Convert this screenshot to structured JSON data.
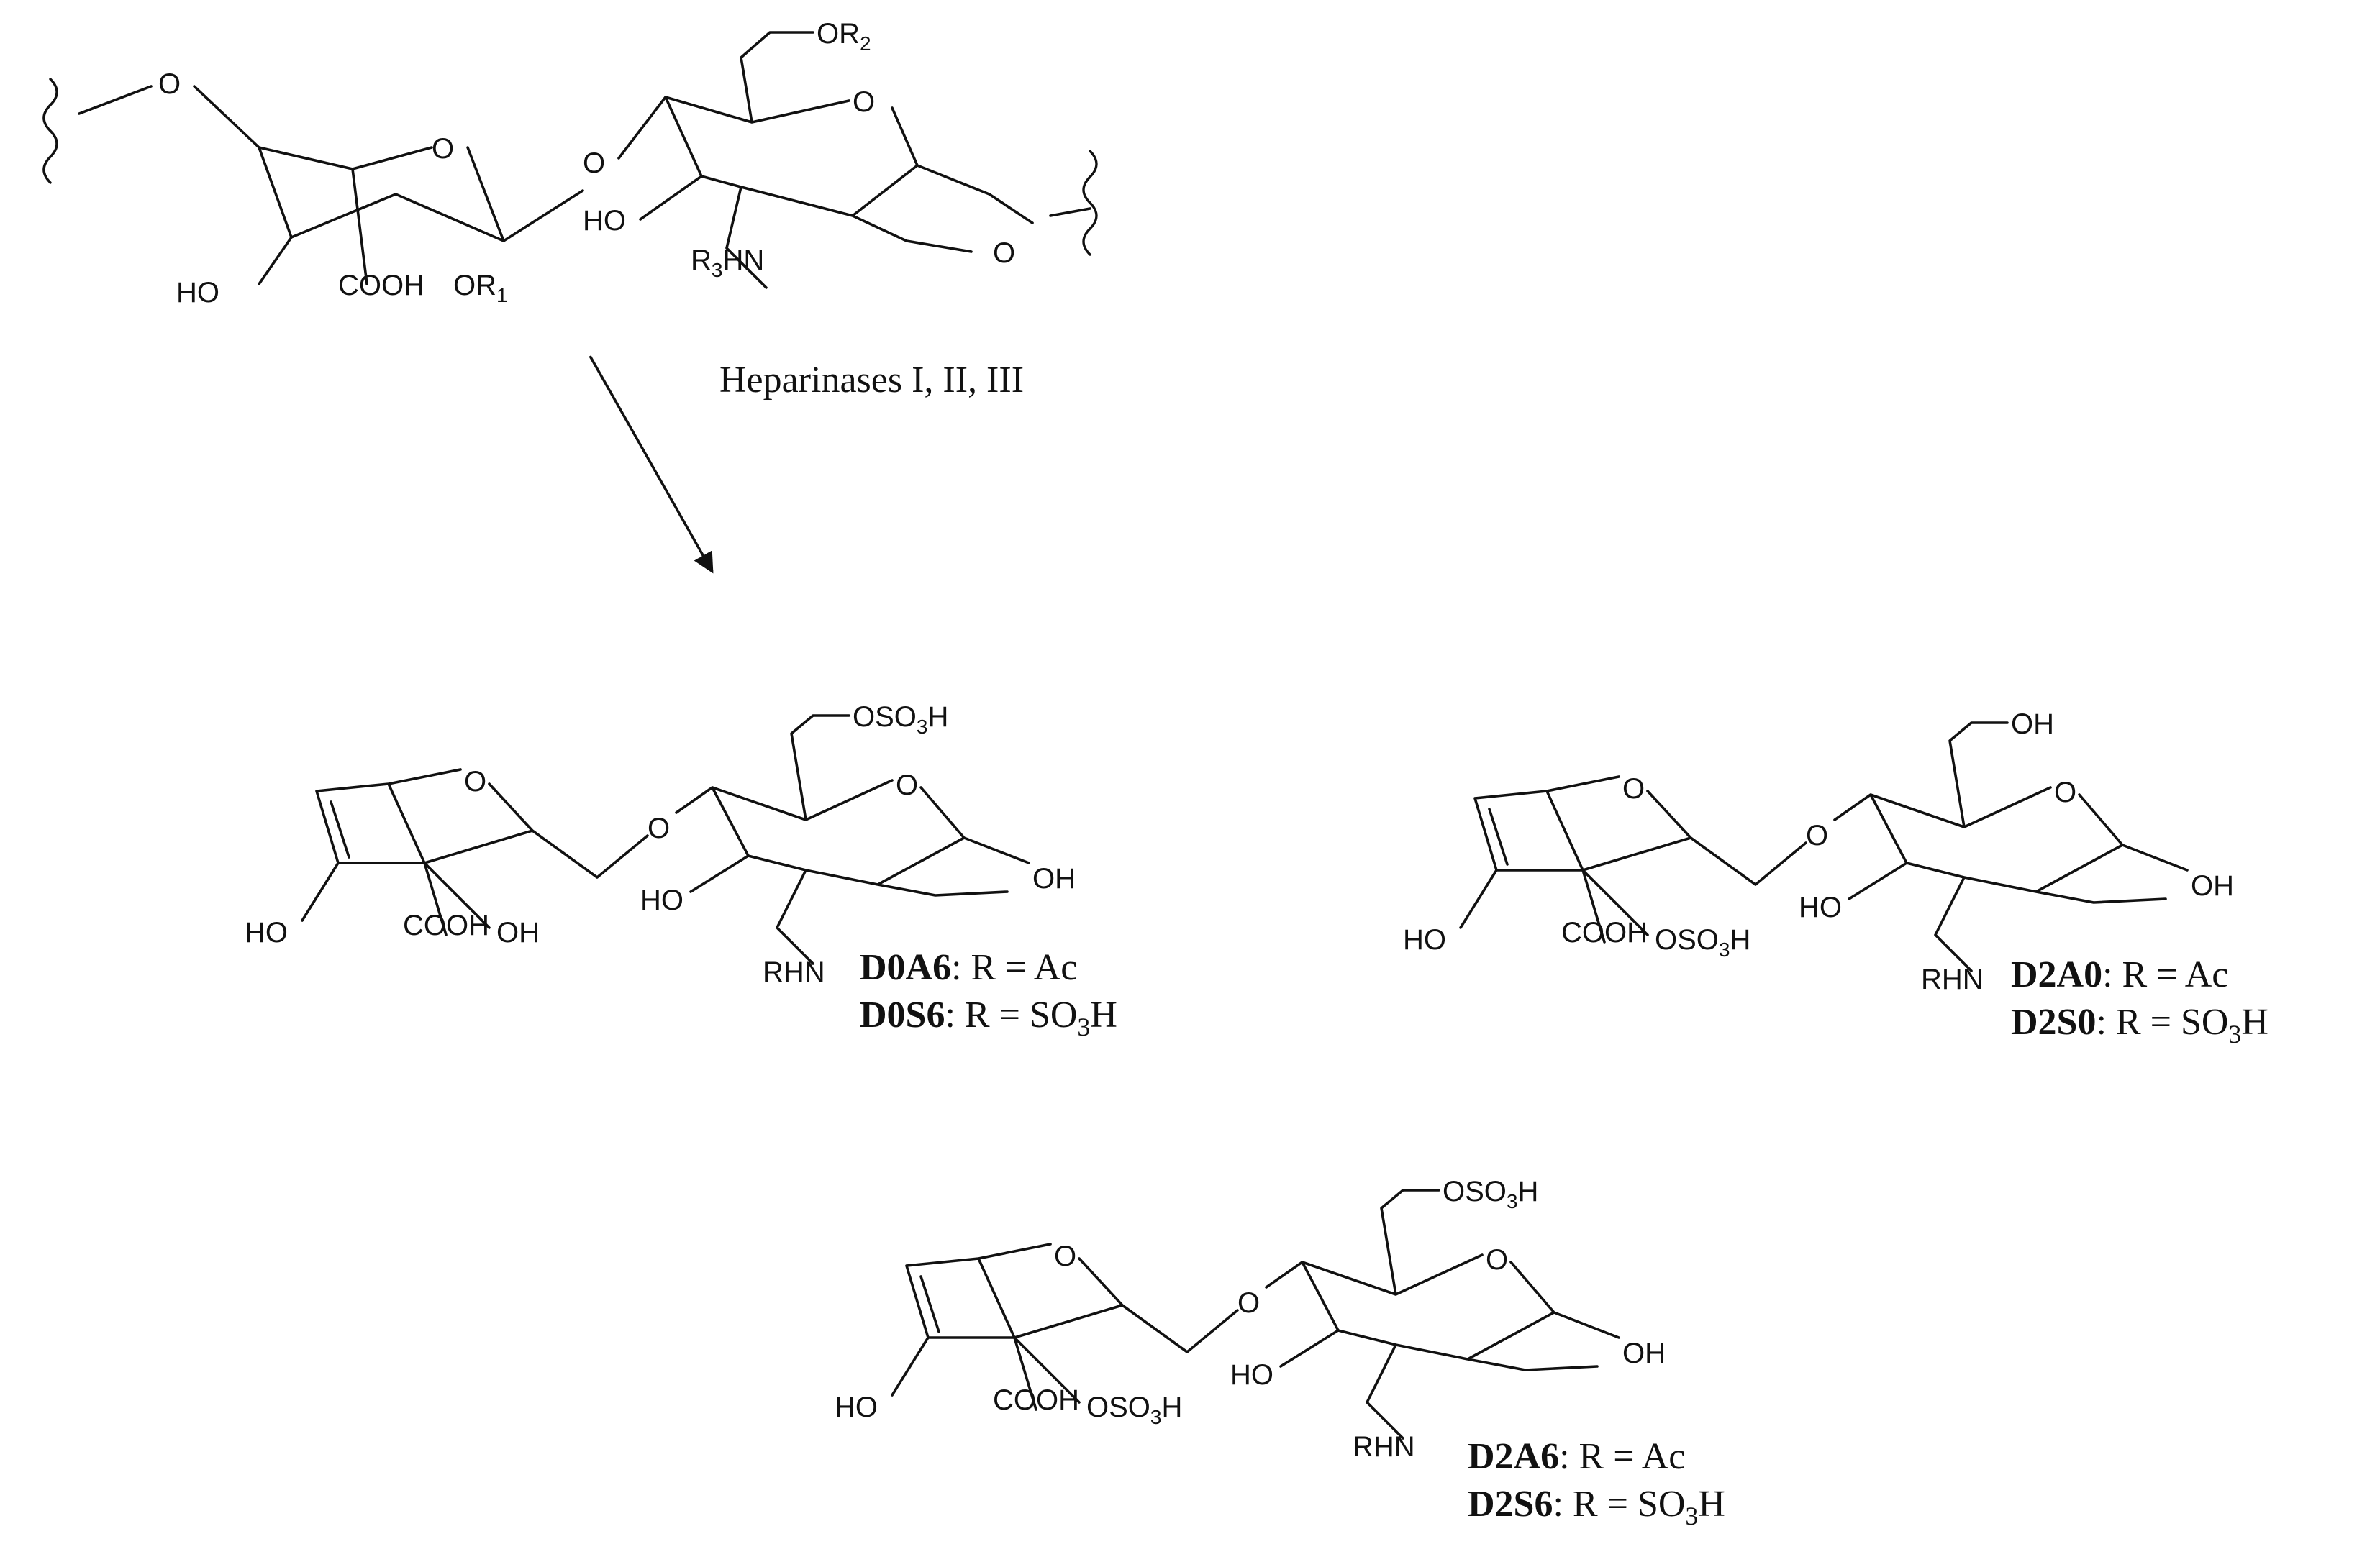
{
  "reaction": {
    "enzyme": "Heparinases I, II, III"
  },
  "polymer": {
    "ring_oxygen": "O",
    "link_oxygen_left": "O",
    "link_oxygen_mid": "O",
    "link_oxygen_right": "O",
    "ho_uronic": "HO",
    "carboxyl": "COOH",
    "or1": "OR",
    "or1_sub": "1",
    "or2": "OR",
    "or2_sub": "2",
    "ho_glucosamine": "HO",
    "r3hn": "R",
    "r3hn_sub": "3",
    "r3hn_tail": "HN",
    "glucosamine_ring_oxygen": "O"
  },
  "products": [
    {
      "id": "d0a6",
      "o6_sub": "OSO",
      "o6_sub_index": "3",
      "o6_sub_tail": "H",
      "o2_sub": "OH",
      "hn": "RHN",
      "ho_uronic": "HO",
      "carboxyl": "COOH",
      "ho_glucosamine": "HO",
      "oh_anomeric": "OH",
      "ring_o": "O",
      "link_o": "O",
      "gring_o": "O",
      "name1": "D0A6",
      "eq1": ": R = Ac",
      "name2": "D0S6",
      "eq2": ": R = SO",
      "eq2_sub": "3",
      "eq2_tail": "H"
    },
    {
      "id": "d2a0",
      "o6_sub": "OH",
      "o2_sub": "OSO",
      "o2_sub_index": "3",
      "o2_sub_tail": "H",
      "hn": "RHN",
      "ho_uronic": "HO",
      "carboxyl": "COOH",
      "ho_glucosamine": "HO",
      "oh_anomeric": "OH",
      "ring_o": "O",
      "link_o": "O",
      "gring_o": "O",
      "name1": "D2A0",
      "eq1": ": R = Ac",
      "name2": "D2S0",
      "eq2": ": R = SO",
      "eq2_sub": "3",
      "eq2_tail": "H"
    },
    {
      "id": "d2a6",
      "o6_sub": "OSO",
      "o6_sub_index": "3",
      "o6_sub_tail": "H",
      "o2_sub": "OSO",
      "o2_sub_index": "3",
      "o2_sub_tail": "H",
      "hn": "RHN",
      "ho_uronic": "HO",
      "carboxyl": "COOH",
      "ho_glucosamine": "HO",
      "oh_anomeric": "OH",
      "ring_o": "O",
      "link_o": "O",
      "gring_o": "O",
      "name1": "D2A6",
      "eq1": ": R = Ac",
      "name2": "D2S6",
      "eq2": ": R = SO",
      "eq2_sub": "3",
      "eq2_tail": "H"
    }
  ]
}
